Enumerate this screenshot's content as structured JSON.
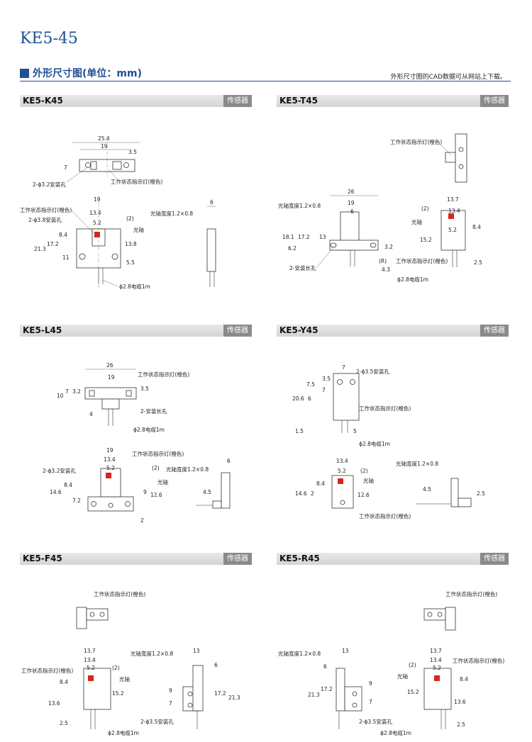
{
  "page": {
    "title": "KE5-45",
    "section_title": "外形尺寸图(单位：mm)",
    "section_note": "外形尺寸图的CAD数据可从网站上下载。"
  },
  "common": {
    "tag": "传感器",
    "indicator": "工作状态指示灯(橙色)",
    "cable": "ϕ2.8电缆1m",
    "optical_axis": "光轴",
    "axis_width": "光轴宽度1.2×0.8",
    "slot_hole": "2-安装长孔",
    "hole_32": "2-ϕ3.2安装孔",
    "hole_38": "2-ϕ3.8安装孔",
    "hole_35": "2-ϕ3.5安装孔"
  },
  "panels": [
    {
      "model": "KE5-K45"
    },
    {
      "model": "KE5-T45"
    },
    {
      "model": "KE5-L45"
    },
    {
      "model": "KE5-Y45"
    },
    {
      "model": "KE5-F45"
    },
    {
      "model": "KE5-R45"
    }
  ],
  "dims": {
    "k45": [
      "25.4",
      "19",
      "3.5",
      "7",
      "19",
      "13.4",
      "5.2",
      "(2)",
      "8.4",
      "17.2",
      "21.3",
      "11",
      "13.8",
      "5.5",
      "6"
    ],
    "t45": [
      "26",
      "19",
      "6",
      "18.1",
      "17.2",
      "13",
      "6.2",
      "3.2",
      "(R)",
      "4.3",
      "13.7",
      "13.4",
      "(2)",
      "8.4",
      "5.2",
      "15.2",
      "2.5"
    ],
    "l45": [
      "26",
      "19",
      "10",
      "7",
      "3.2",
      "3.5",
      "4",
      "19",
      "13.4",
      "5.2",
      "(2)",
      "8.4",
      "14.6",
      "7.2",
      "9",
      "12.6",
      "2",
      "6",
      "4.5"
    ],
    "y45": [
      "7",
      "3.5",
      "7.5",
      "7",
      "20.6",
      "6",
      "1.5",
      "5",
      "13.4",
      "5.2",
      "(2)",
      "8.4",
      "14.6",
      "2",
      "12.6",
      "4.5",
      "2.5"
    ],
    "f45": [
      "13.7",
      "13.4",
      "5.2",
      "(2)",
      "8.4",
      "15.2",
      "13.6",
      "2.5",
      "13",
      "6",
      "9",
      "17.2",
      "21.3",
      "7"
    ],
    "r45": [
      "13",
      "6",
      "9",
      "21.3",
      "17.2",
      "7",
      "13.7",
      "13.4",
      "5.2",
      "(2)",
      "8.4",
      "15.2",
      "13.6",
      "2.5"
    ]
  },
  "colors": {
    "accent": "#1f4f96",
    "indicator": "#d9261c",
    "bar": "#d8d8d8",
    "tag": "#8a8a8a"
  }
}
